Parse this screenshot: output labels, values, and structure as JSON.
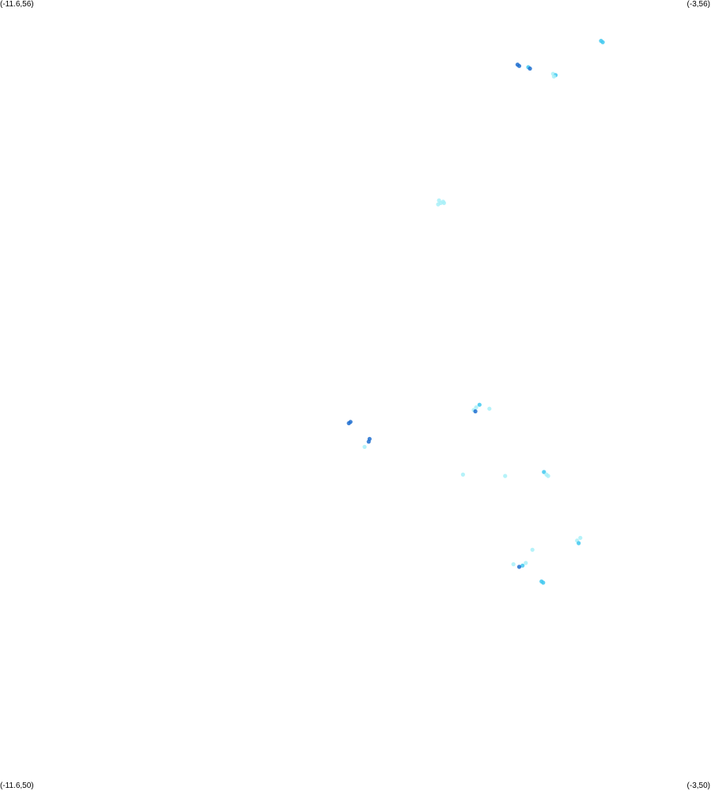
{
  "corners": {
    "top_left": "(-11.6,56)",
    "top_right": "(-3,56)",
    "bottom_left": "(-11.6,50)",
    "bottom_right": "(-3,50)"
  },
  "bounds": {
    "lon_min": -11.6,
    "lon_max": -3,
    "lat_min": 50,
    "lat_max": 56
  },
  "colors": {
    "light": "#a8f0f8",
    "medium": "#40c8f0",
    "dark": "#1e6ed0"
  },
  "chart_data": {
    "type": "scatter",
    "xlim": [
      -11.6,
      -3
    ],
    "ylim": [
      50,
      56
    ],
    "grid": false,
    "legend": "none",
    "points": [
      {
        "lon": -4.33,
        "lat": 55.69,
        "shade": "medium"
      },
      {
        "lon": -4.31,
        "lat": 55.68,
        "shade": "medium"
      },
      {
        "lon": -5.34,
        "lat": 55.51,
        "shade": "dark"
      },
      {
        "lon": -5.32,
        "lat": 55.5,
        "shade": "dark"
      },
      {
        "lon": -5.21,
        "lat": 55.49,
        "shade": "medium"
      },
      {
        "lon": -5.19,
        "lat": 55.48,
        "shade": "dark"
      },
      {
        "lon": -4.91,
        "lat": 55.44,
        "shade": "light"
      },
      {
        "lon": -4.88,
        "lat": 55.43,
        "shade": "medium"
      },
      {
        "lon": -4.9,
        "lat": 55.42,
        "shade": "light"
      },
      {
        "lon": -6.3,
        "lat": 54.45,
        "shade": "light"
      },
      {
        "lon": -6.27,
        "lat": 54.46,
        "shade": "light"
      },
      {
        "lon": -6.24,
        "lat": 54.47,
        "shade": "light"
      },
      {
        "lon": -6.29,
        "lat": 54.48,
        "shade": "light"
      },
      {
        "lon": -6.23,
        "lat": 54.46,
        "shade": "light"
      },
      {
        "lon": -5.87,
        "lat": 52.89,
        "shade": "light"
      },
      {
        "lon": -5.84,
        "lat": 52.91,
        "shade": "light"
      },
      {
        "lon": -5.8,
        "lat": 52.93,
        "shade": "medium"
      },
      {
        "lon": -5.85,
        "lat": 52.88,
        "shade": "dark"
      },
      {
        "lon": -5.68,
        "lat": 52.9,
        "shade": "light"
      },
      {
        "lon": -7.38,
        "lat": 52.79,
        "shade": "dark"
      },
      {
        "lon": -7.36,
        "lat": 52.8,
        "shade": "dark"
      },
      {
        "lon": -7.13,
        "lat": 52.67,
        "shade": "dark"
      },
      {
        "lon": -7.14,
        "lat": 52.65,
        "shade": "dark"
      },
      {
        "lon": -7.19,
        "lat": 52.61,
        "shade": "light"
      },
      {
        "lon": -6.0,
        "lat": 52.4,
        "shade": "light"
      },
      {
        "lon": -5.49,
        "lat": 52.39,
        "shade": "light"
      },
      {
        "lon": -5.02,
        "lat": 52.42,
        "shade": "medium"
      },
      {
        "lon": -4.97,
        "lat": 52.39,
        "shade": "light"
      },
      {
        "lon": -4.99,
        "lat": 52.4,
        "shade": "light"
      },
      {
        "lon": -4.62,
        "lat": 51.9,
        "shade": "light"
      },
      {
        "lon": -4.58,
        "lat": 51.92,
        "shade": "light"
      },
      {
        "lon": -4.6,
        "lat": 51.88,
        "shade": "medium"
      },
      {
        "lon": -5.16,
        "lat": 51.83,
        "shade": "light"
      },
      {
        "lon": -5.24,
        "lat": 51.73,
        "shade": "light"
      },
      {
        "lon": -5.39,
        "lat": 51.72,
        "shade": "light"
      },
      {
        "lon": -5.28,
        "lat": 51.71,
        "shade": "medium"
      },
      {
        "lon": -5.32,
        "lat": 51.7,
        "shade": "dark"
      },
      {
        "lon": -5.05,
        "lat": 51.59,
        "shade": "medium"
      },
      {
        "lon": -5.03,
        "lat": 51.58,
        "shade": "medium"
      }
    ]
  }
}
